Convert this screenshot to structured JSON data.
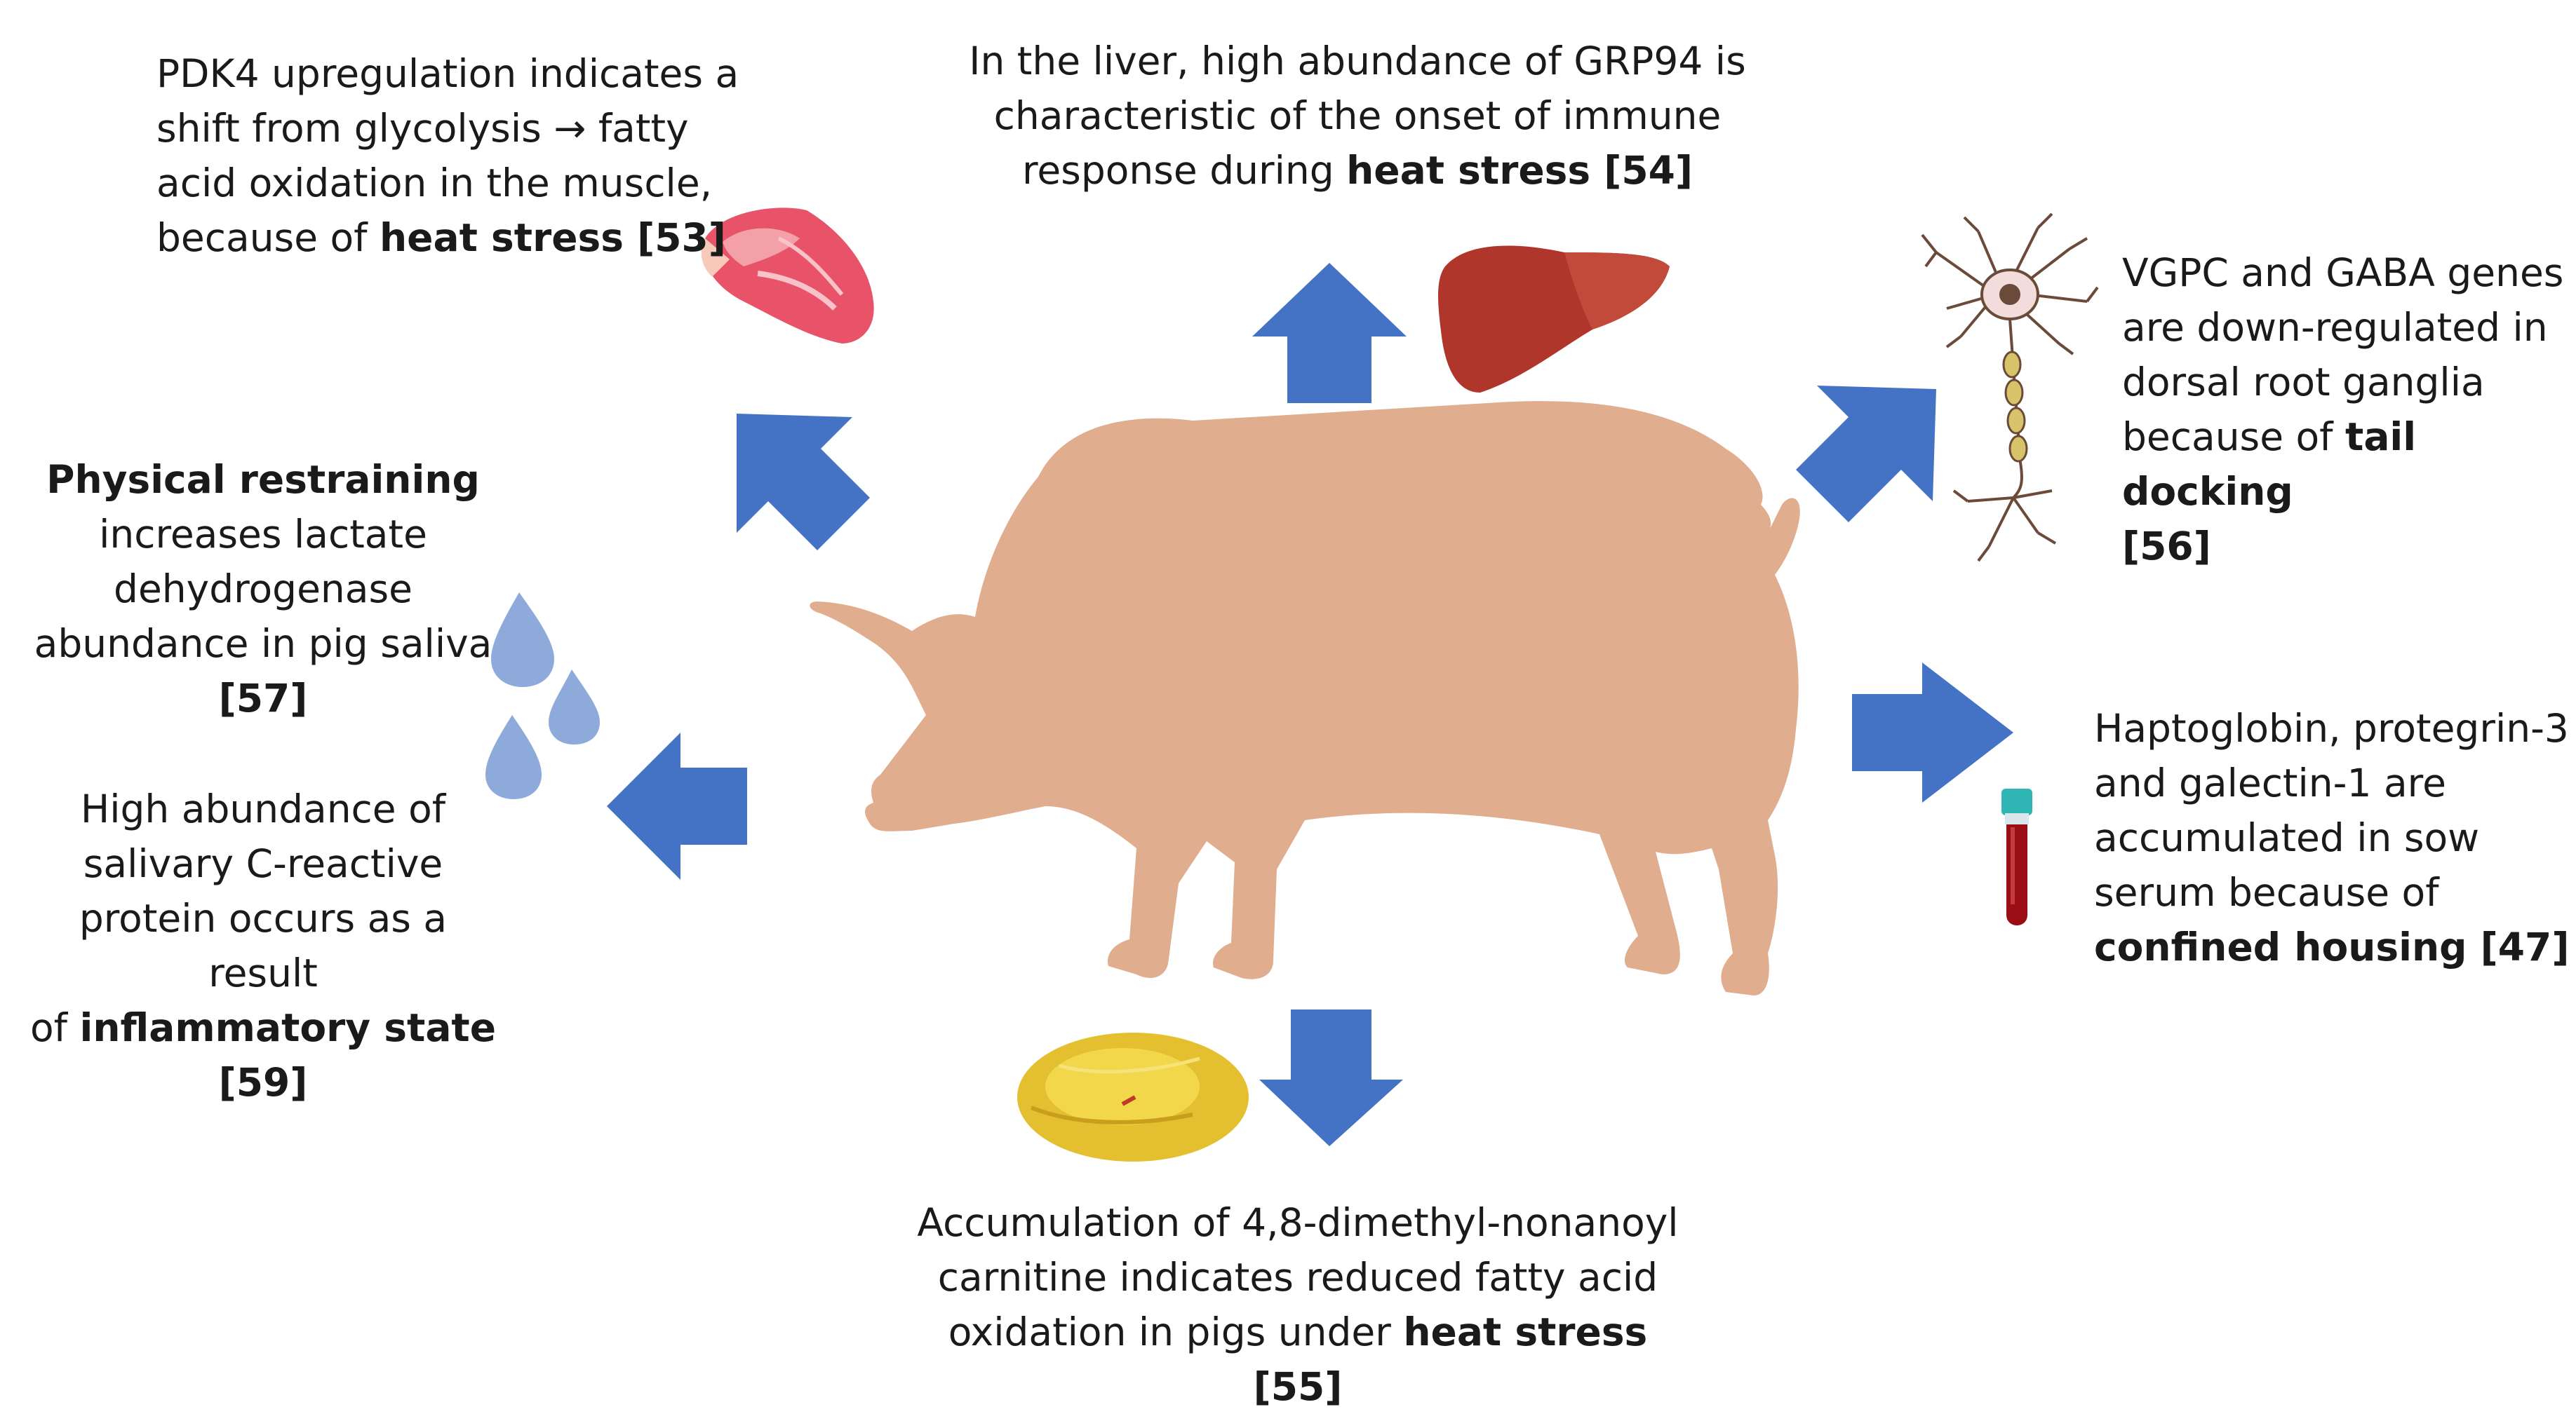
{
  "colors": {
    "pig": "#e0ad8e",
    "arrow": "#4472c4",
    "saliva": "#8eaadb",
    "liver": "#b0352b",
    "meat": "#e8536a",
    "feces": "#e4c031",
    "blood": "#9b0d14",
    "tube_cap": "#2fb5b4",
    "neuron_body": "#f3dcdc",
    "neuron_line": "#6b4a3a"
  },
  "icons": [
    "muscle-meat-icon",
    "liver-icon",
    "neuron-icon",
    "blood-tube-icon",
    "feces-icon",
    "saliva-drops-icon",
    "pig-silhouette"
  ],
  "labels": {
    "muscle": {
      "l1": "PDK4 upregulation indicates a",
      "l2": "shift from glycolysis → fatty",
      "l3": "acid oxidation in the muscle,",
      "l4a": "because of ",
      "l4b": "heat stress [53]"
    },
    "liver": {
      "l1": "In the liver, high abundance of GRP94 is",
      "l2": "characteristic of the onset of immune",
      "l3a": "response during ",
      "l3b": "heat stress [54]"
    },
    "neuron": {
      "l1": "VGPC and GABA genes",
      "l2": "are down-regulated in",
      "l3": "dorsal root ganglia",
      "l4a": "because of ",
      "l4b": "tail docking",
      "l5": "[56]"
    },
    "serum": {
      "l1": "Haptoglobin, protegrin-3",
      "l2": "and galectin-1 are",
      "l3": "accumulated in sow",
      "l4": "serum because of",
      "l5": "confined housing [47]"
    },
    "saliva_ldh": {
      "l1": "Physical restraining",
      "l2": "increases lactate",
      "l3": "dehydrogenase",
      "l4": "abundance in pig saliva",
      "l5": "[57]"
    },
    "saliva_crp": {
      "l1": "High abundance of",
      "l2": "salivary C-reactive",
      "l3": "protein occurs as a result",
      "l4a": "of ",
      "l4b": "inflammatory state",
      "l5": "[59]"
    },
    "feces": {
      "l1": "Accumulation of 4,8-dimethyl-nonanoyl",
      "l2": "carnitine indicates reduced fatty acid",
      "l3a": "oxidation in pigs under ",
      "l3b": "heat stress [55]"
    }
  }
}
